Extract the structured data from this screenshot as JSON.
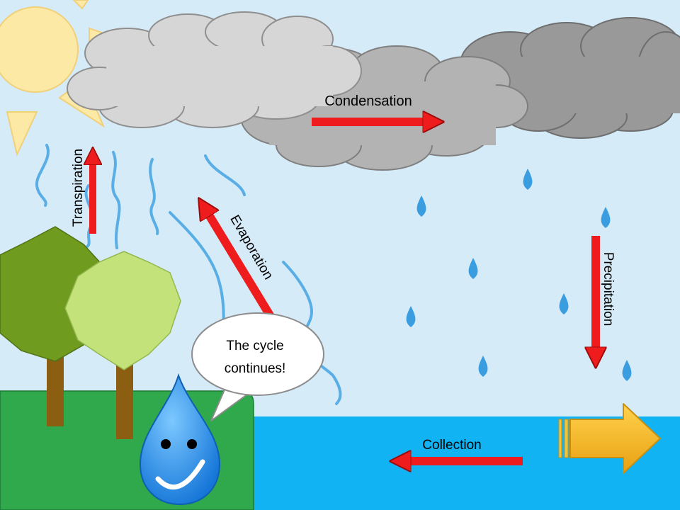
{
  "labels": {
    "condensation": "Condensation",
    "transpiration": "Transpiration",
    "evaporation": "Evaporation",
    "precipitation": "Precipitation",
    "collection": "Collection"
  },
  "speech_bubble": {
    "line1": "The cycle",
    "line2": "continues!"
  },
  "colors": {
    "sky": "#d6ebf8",
    "arrow_red": "#ee1c1c",
    "water": "#11b3f3",
    "grass": "#2fa94c",
    "raindrop": "#3a9de0",
    "vapor": "#5aaee6",
    "sun": "#fde9a6",
    "next_arrow": "#f3b21c"
  }
}
